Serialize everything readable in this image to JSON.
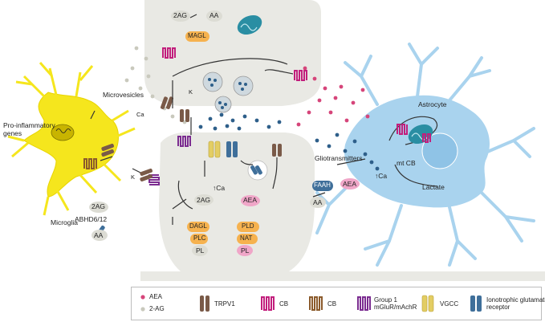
{
  "labels": {
    "mag_2ag": "2AG",
    "mag_aa": "AA",
    "magl": "MAGL",
    "k_plus_top": "K",
    "ca2_left": "Ca",
    "microvesicles": "Microvesicles",
    "pro_inflammatory": "Pro-inflammatory\ngenes",
    "k_plus_left": "K",
    "microglia": "Microglia",
    "abhd_2ag": "2AG",
    "abhd": "ABHD6/12",
    "abhd_aa": "AA",
    "dagl": "DAGL",
    "plc": "PLC",
    "pl_left": "PL",
    "post_2ag": "2AG",
    "ca2_post": "↑Ca",
    "aea_post": "AEA",
    "pld": "PLD",
    "nat": "NAT",
    "pl_right": "PL",
    "faah": "FAAH",
    "aea_faah": "AEA",
    "aa_faah": "AA",
    "gliotransmitters": "Gliotransmitters",
    "ca2_astro": "↑Ca",
    "astrocyte": "Astrocyte",
    "mt_cb1r": "mt CB",
    "lactate": "Lactate"
  },
  "legend": {
    "aea": "AEA",
    "two_ag": "2-AG",
    "trpv1": "TRPV1",
    "cb1r": "CB",
    "cb2r": "CB",
    "group1": "Group 1\nmGluR/mAchR",
    "vgcc": "VGCC",
    "iono": "Ionotrophic glutamate\nreceptor"
  },
  "colors": {
    "neuron": "#e9e9e4",
    "microglia": "#f5e61d",
    "astrocyte": "#a9d3ee",
    "aea_dot": "#d6457a",
    "two_ag_dot": "#c9c9bd",
    "glutamate_dot": "#2e5f8a",
    "cb1r": "#c21e7c",
    "cb2r": "#8b5a2b",
    "group1": "#7b2c90",
    "trpv1": "#7a5a48",
    "vgcc": "#e3cd63",
    "iono": "#3f6f9a",
    "enzyme_orange": "#f6b24f",
    "enzyme_pink": "#f0a6c8",
    "pill_grey": "#dcdcd4",
    "mito": "#2a8ea3"
  }
}
